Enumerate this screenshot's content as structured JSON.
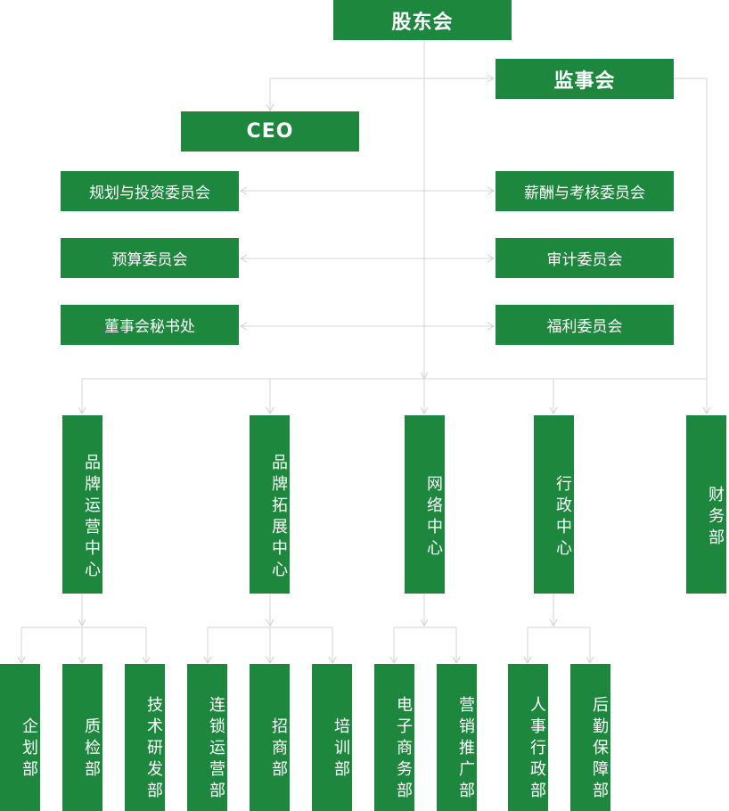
{
  "top": {
    "shareholders": "股东会",
    "supervisors": "监事会",
    "ceo": "CEO"
  },
  "committees_left": [
    "规划与投资委员会",
    "预算委员会",
    "董事会秘书处"
  ],
  "committees_right": [
    "薪酬与考核委员会",
    "审计委员会",
    "福利委员会"
  ],
  "centers": [
    "品牌运营中心",
    "品牌拓展中心",
    "网络中心",
    "行政中心",
    "财务部"
  ],
  "departments": [
    "企划部",
    "质检部",
    "技术研发部",
    "连锁运营部",
    "招商部",
    "培训部",
    "电子商务部",
    "营销推广部",
    "人事行政部",
    "后勤保障部"
  ],
  "colors": {
    "box": "#1e873e",
    "line": "#d6d6d6",
    "text": "#ffffff"
  }
}
